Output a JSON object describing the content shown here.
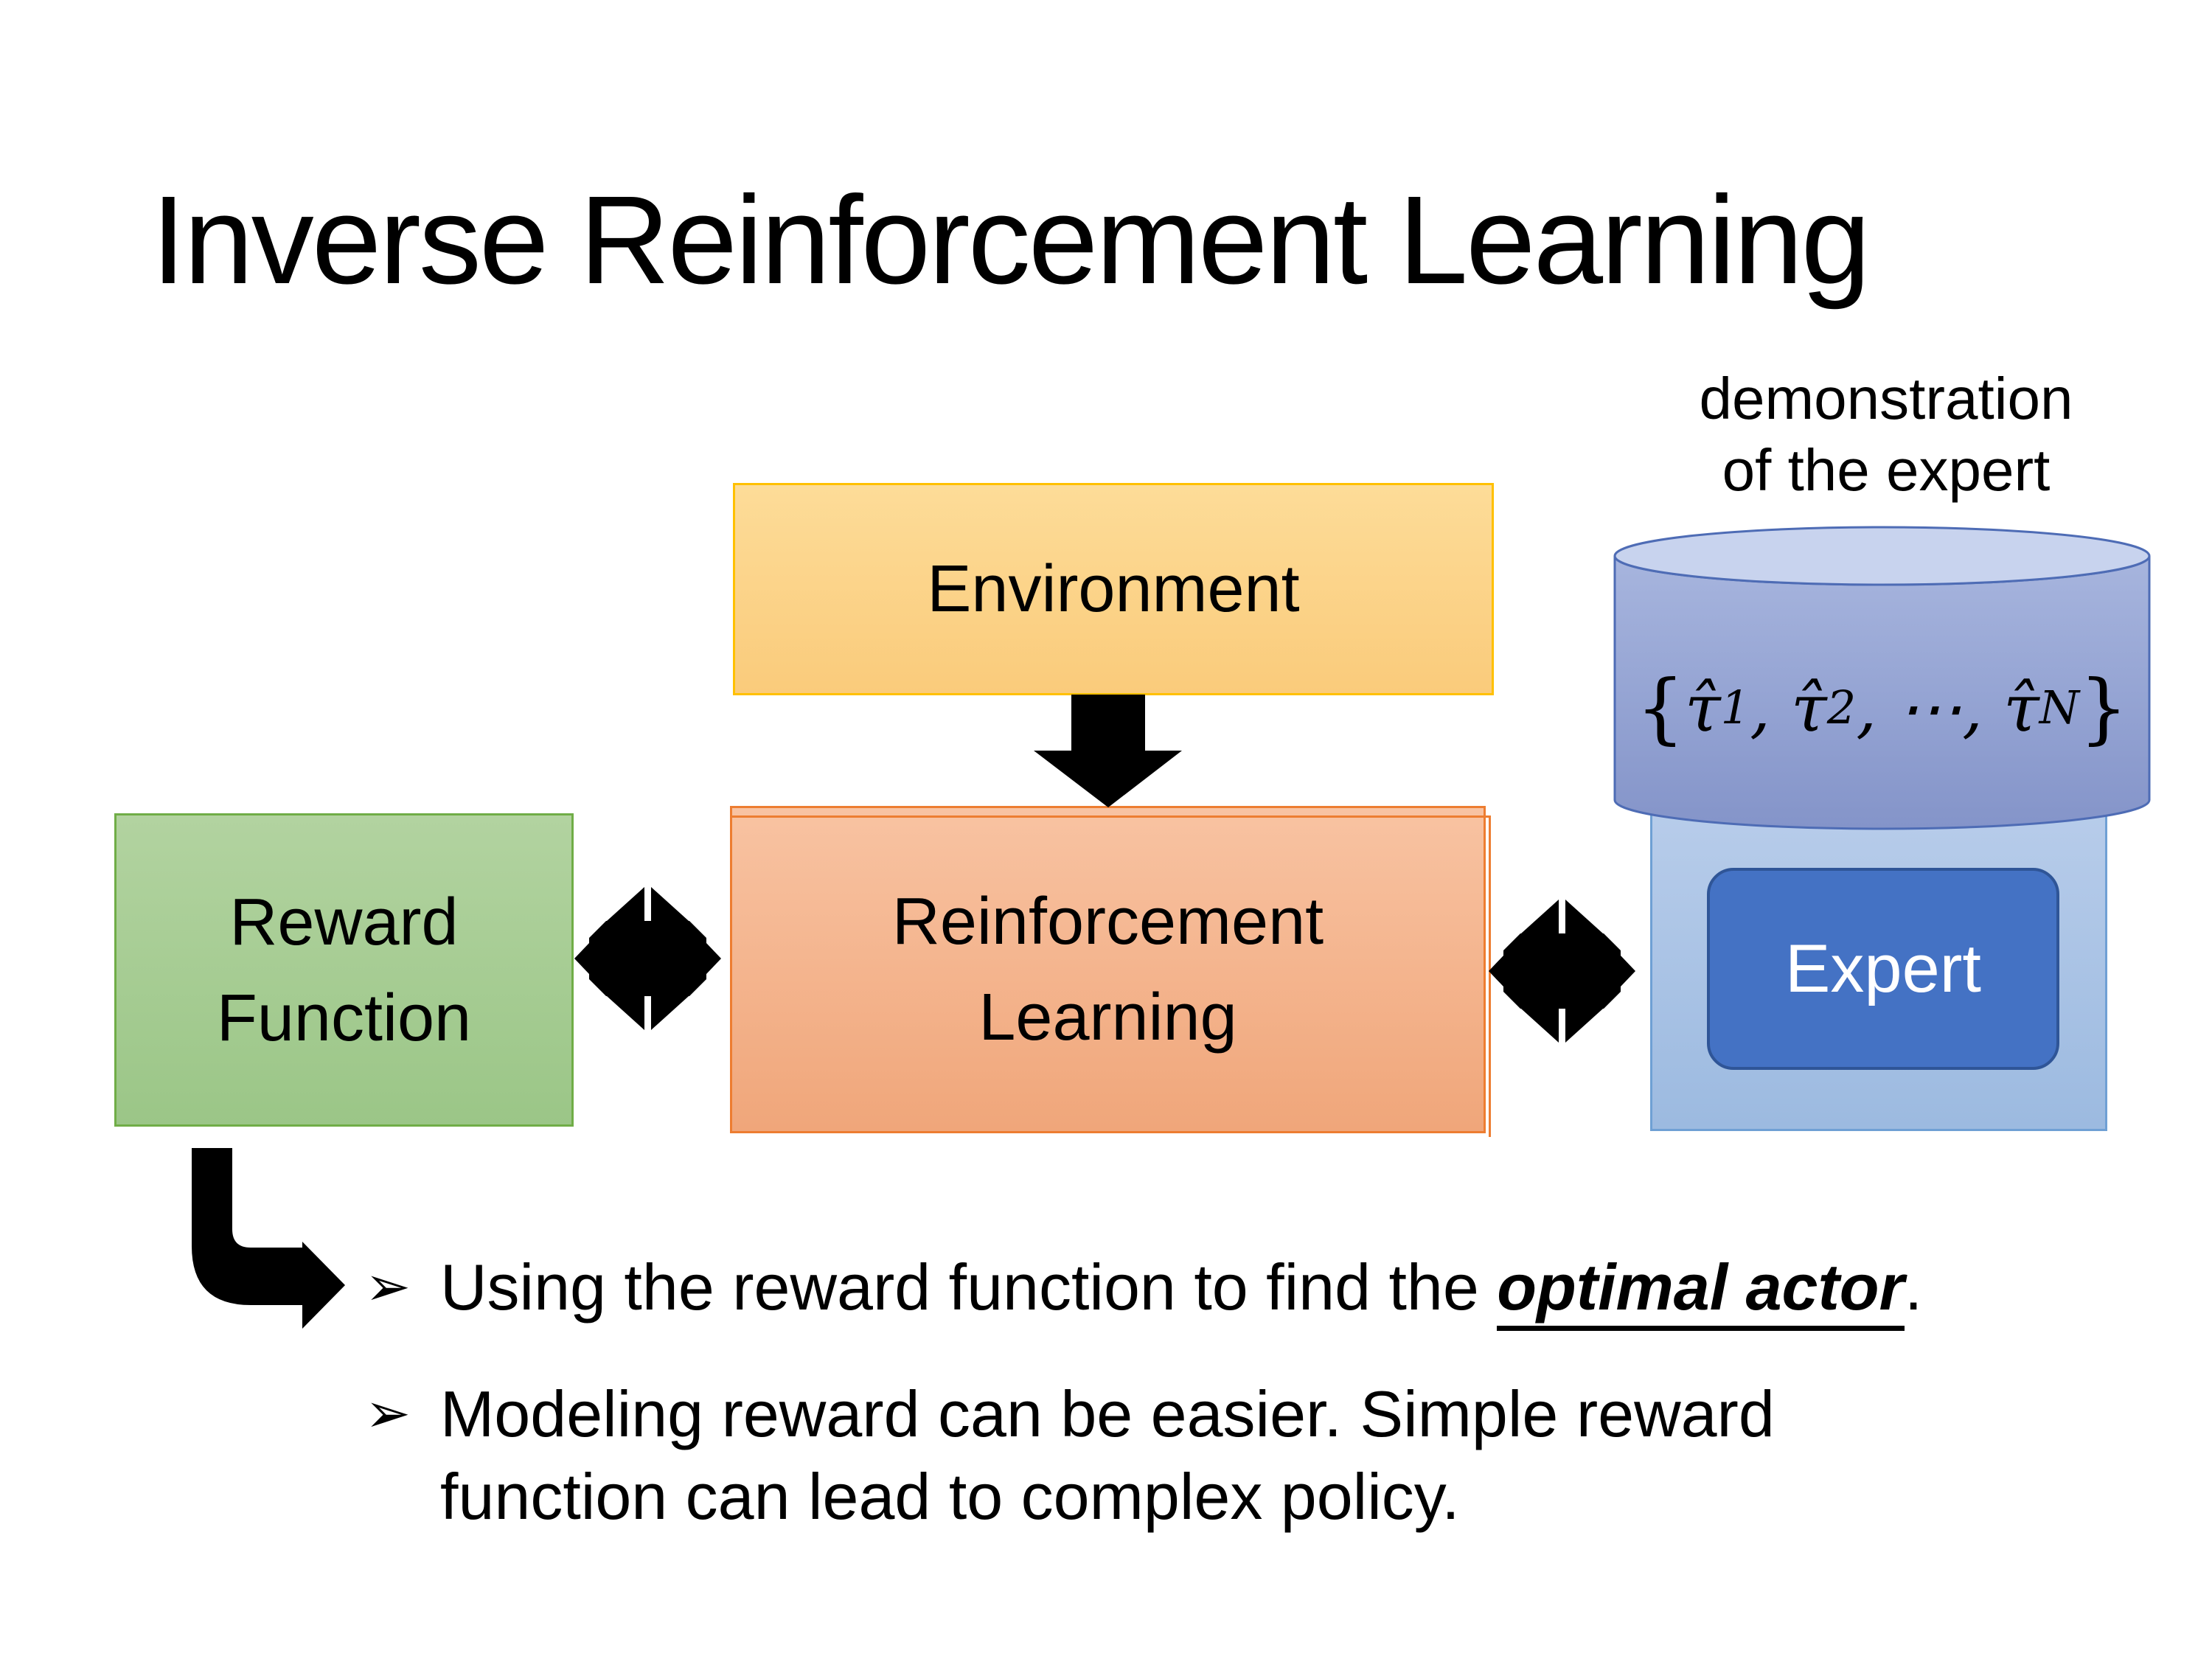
{
  "slide": {
    "title": "Inverse Reinforcement Learning"
  },
  "demo_label": {
    "line1": "demonstration",
    "line2": "of the expert"
  },
  "boxes": {
    "environment": {
      "label": "Environment"
    },
    "reward": {
      "line1": "Reward",
      "line2": "Function"
    },
    "rl": {
      "line1": "Reinforcement",
      "line2": "Learning"
    },
    "expert": {
      "label": "Expert"
    }
  },
  "cylinder": {
    "expression_open": "{",
    "expression_close": "}",
    "items": [
      {
        "base": "τ̂",
        "sub": "1"
      },
      {
        "base": "τ̂",
        "sub": "2"
      },
      {
        "base": "⋯",
        "sub": ""
      },
      {
        "base": "τ̂",
        "sub": "N"
      }
    ],
    "separator": ", "
  },
  "bullets": {
    "marker": "➢",
    "item1": {
      "pre": "Using the reward function to find the ",
      "emphasis": "optimal actor",
      "post": "."
    },
    "item2": "Modeling reward can be easier. Simple reward function can lead to complex policy."
  },
  "icons": {
    "down_arrow": "block-down-arrow",
    "exchange_arrows": "double-exchange-arrow",
    "bent_arrow": "elbow-right-arrow"
  },
  "colors": {
    "environment_fill_top": "#FDDC98",
    "environment_fill_bottom": "#FACB7B",
    "environment_border": "#FFC000",
    "reward_fill_top": "#B2D3A0",
    "reward_fill_bottom": "#9BC687",
    "reward_border": "#70AD47",
    "rl_fill_top": "#F8C3A2",
    "rl_fill_bottom": "#F0A67A",
    "rl_border": "#ED7D31",
    "container_fill_top": "#B7CCEA",
    "container_fill_bottom": "#9CBAE0",
    "container_border": "#6FA0D4",
    "expert_fill": "#4472C4",
    "expert_border": "#2F5597",
    "expert_text": "#FFFFFF",
    "cylinder_body_top": "#A7B5DE",
    "cylinder_body_bottom": "#8494C9",
    "cylinder_top_ellipse": "#C8D3EE",
    "cylinder_border": "#4E6CB5",
    "arrow_black": "#000000",
    "text_black": "#000000",
    "background": "#FFFFFF"
  }
}
